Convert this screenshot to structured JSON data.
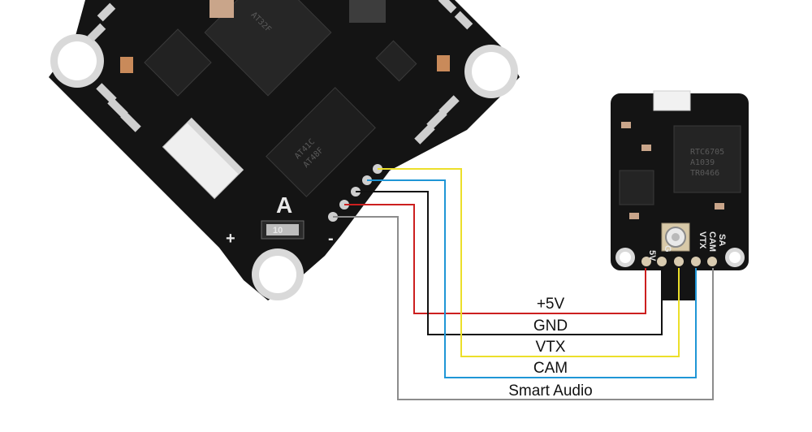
{
  "wires": [
    {
      "label": "+5V",
      "color": "#cc1f1f"
    },
    {
      "label": "GND",
      "color": "#111111"
    },
    {
      "label": "VTX",
      "color": "#ecdf2a"
    },
    {
      "label": "CAM",
      "color": "#1f96d6"
    },
    {
      "label": "Smart Audio",
      "color": "#8c8c8c"
    }
  ],
  "vtx_board": {
    "pad_labels": [
      "5V",
      "G",
      "VTX",
      "CAM",
      "SA"
    ],
    "chip_text": [
      "RTC6705",
      "A1039",
      "TR0466"
    ]
  },
  "fc_board": {
    "silk_marks": [
      "A",
      "+",
      "-",
      "10"
    ],
    "chip_text": [
      "AT32F",
      "AT41C",
      "AT48F"
    ]
  },
  "colors": {
    "board": "#141414",
    "pad": "#cfcfcf",
    "background": "#ffffff"
  }
}
